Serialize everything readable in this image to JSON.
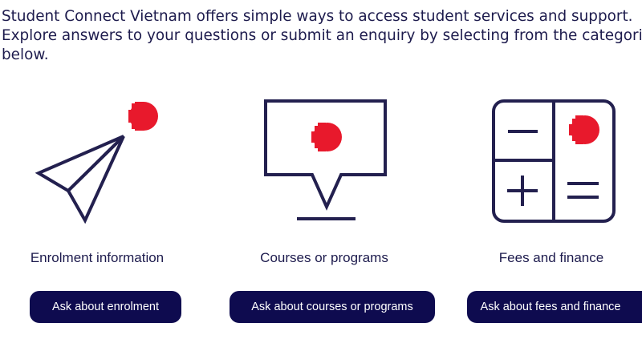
{
  "intro": {
    "line1": "Student Connect Vietnam offers simple ways to access student services and support.",
    "line2": "Explore answers to your questions or submit an enquiry by selecting from the categories",
    "line3": "below."
  },
  "categories": [
    {
      "label": "Enrolment information",
      "button": "Ask about enrolment",
      "icon": "paper-plane-icon"
    },
    {
      "label": "Courses or programs",
      "button": "Ask about courses or programs",
      "icon": "presentation-screen-icon"
    },
    {
      "label": "Fees and finance",
      "button": "Ask about fees and finance",
      "icon": "calculator-icon"
    }
  ],
  "colors": {
    "text": "#1d1b4d",
    "navy": "#0e0b4f",
    "icon_stroke": "#23204f",
    "accent": "#e8192c"
  }
}
